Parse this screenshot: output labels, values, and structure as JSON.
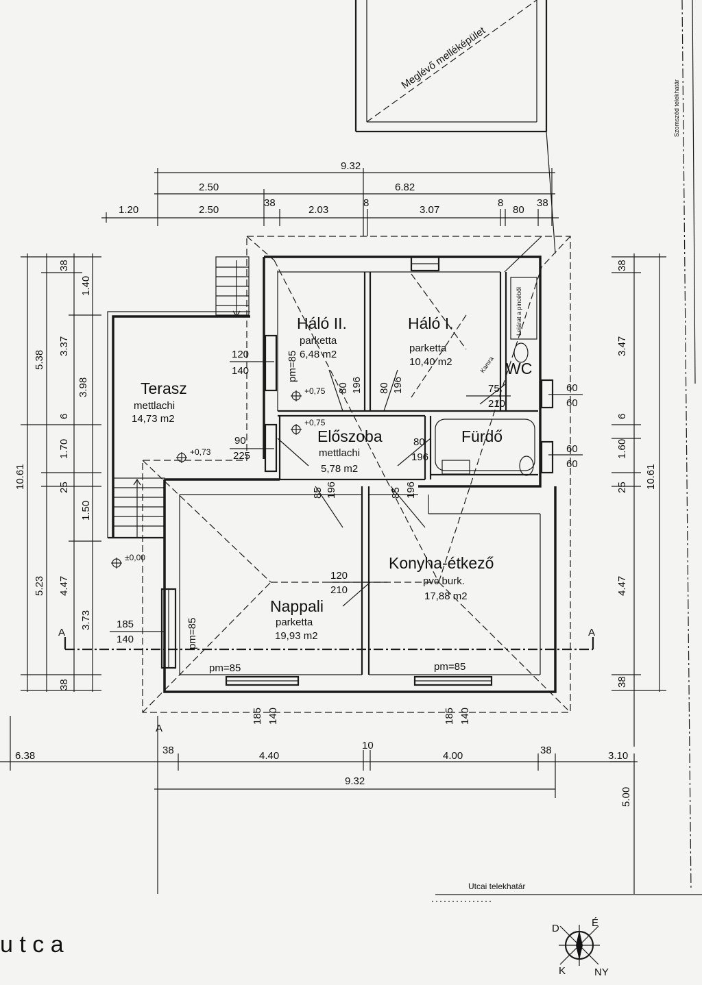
{
  "rooms": {
    "halo2": {
      "name": "Háló II.",
      "floor": "parketta",
      "area": "6,48 m2"
    },
    "halo1": {
      "name": "Háló I.",
      "floor": "parketta",
      "area": "10,40 m2"
    },
    "terasz": {
      "name": "Terasz",
      "floor": "mettlachi",
      "area": "14,73 m2"
    },
    "eloszoba": {
      "name": "Előszoba",
      "floor": "mettlachi",
      "area": "5,78 m2"
    },
    "furdo": {
      "name": "Fürdő"
    },
    "wc": {
      "name": "WC"
    },
    "nappali": {
      "name": "Nappali",
      "floor": "parketta",
      "area": "19,93 m2"
    },
    "konyha": {
      "name": "Konyha-étkező",
      "floor": "pvc burk.",
      "area": "17,88 m2"
    }
  },
  "labels": {
    "outbuilding": "Meglévő melléképület",
    "neighbor": "Szomszéd telekhatár",
    "street_boundary": "Utcai telekhatár",
    "street": "u t c a",
    "section_a": "A",
    "pantry": "Lejárat a pincéből",
    "closet": "Kamra",
    "levels": {
      "l1": "+0,75",
      "l2": "+0,75",
      "l3": "+0,73",
      "l4": "±0,00"
    },
    "compass": {
      "e": "É",
      "k": "K",
      "d": "D",
      "ny": "NY"
    }
  },
  "dims": {
    "top1": "9.32",
    "top2a": "2.50",
    "top2b": "6.82",
    "top3": [
      "1.20",
      "2.50",
      "38",
      "2.03",
      "8",
      "3.07",
      "8",
      "80",
      "38"
    ],
    "left_outer": [
      "5.38",
      "10.61",
      "5.23"
    ],
    "left_mid": [
      "38",
      "3.37",
      "3.98",
      "6",
      "1.70",
      "25",
      "4.47",
      "38"
    ],
    "left_inner": [
      "1.40",
      "1.50",
      "3.73"
    ],
    "right_inner": [
      "38",
      "3.47",
      "6",
      "1.60",
      "25",
      "4.47",
      "38"
    ],
    "right_outer": "10.61",
    "bottom1": [
      "6.38",
      "38",
      "4.40",
      "10",
      "4.00",
      "38",
      "3.10"
    ],
    "bottom2": "9.32",
    "bottom_right": "5.00",
    "openings": {
      "o1a": "120",
      "o1b": "140",
      "o2a": "90",
      "o2b": "225",
      "o3a": "120",
      "o3b": "210",
      "o4a": "185",
      "o4b": "140",
      "o5a": "75",
      "o5b": "210",
      "o6a": "60",
      "o6b": "60",
      "o7a": "60",
      "o7b": "60",
      "o8a": "80",
      "o8b": "196",
      "o9a": "80",
      "o9b": "196",
      "o10a": "80",
      "o10b": "196",
      "o11a": "85",
      "o11b": "196",
      "o12a": "85",
      "o12b": "196",
      "o13a": "185",
      "o13b": "140",
      "o14a": "185",
      "o14b": "140",
      "pm1": "pm=85",
      "pm2": "pm=85",
      "pm3": "pm=85",
      "pm4": "pm=85"
    }
  }
}
